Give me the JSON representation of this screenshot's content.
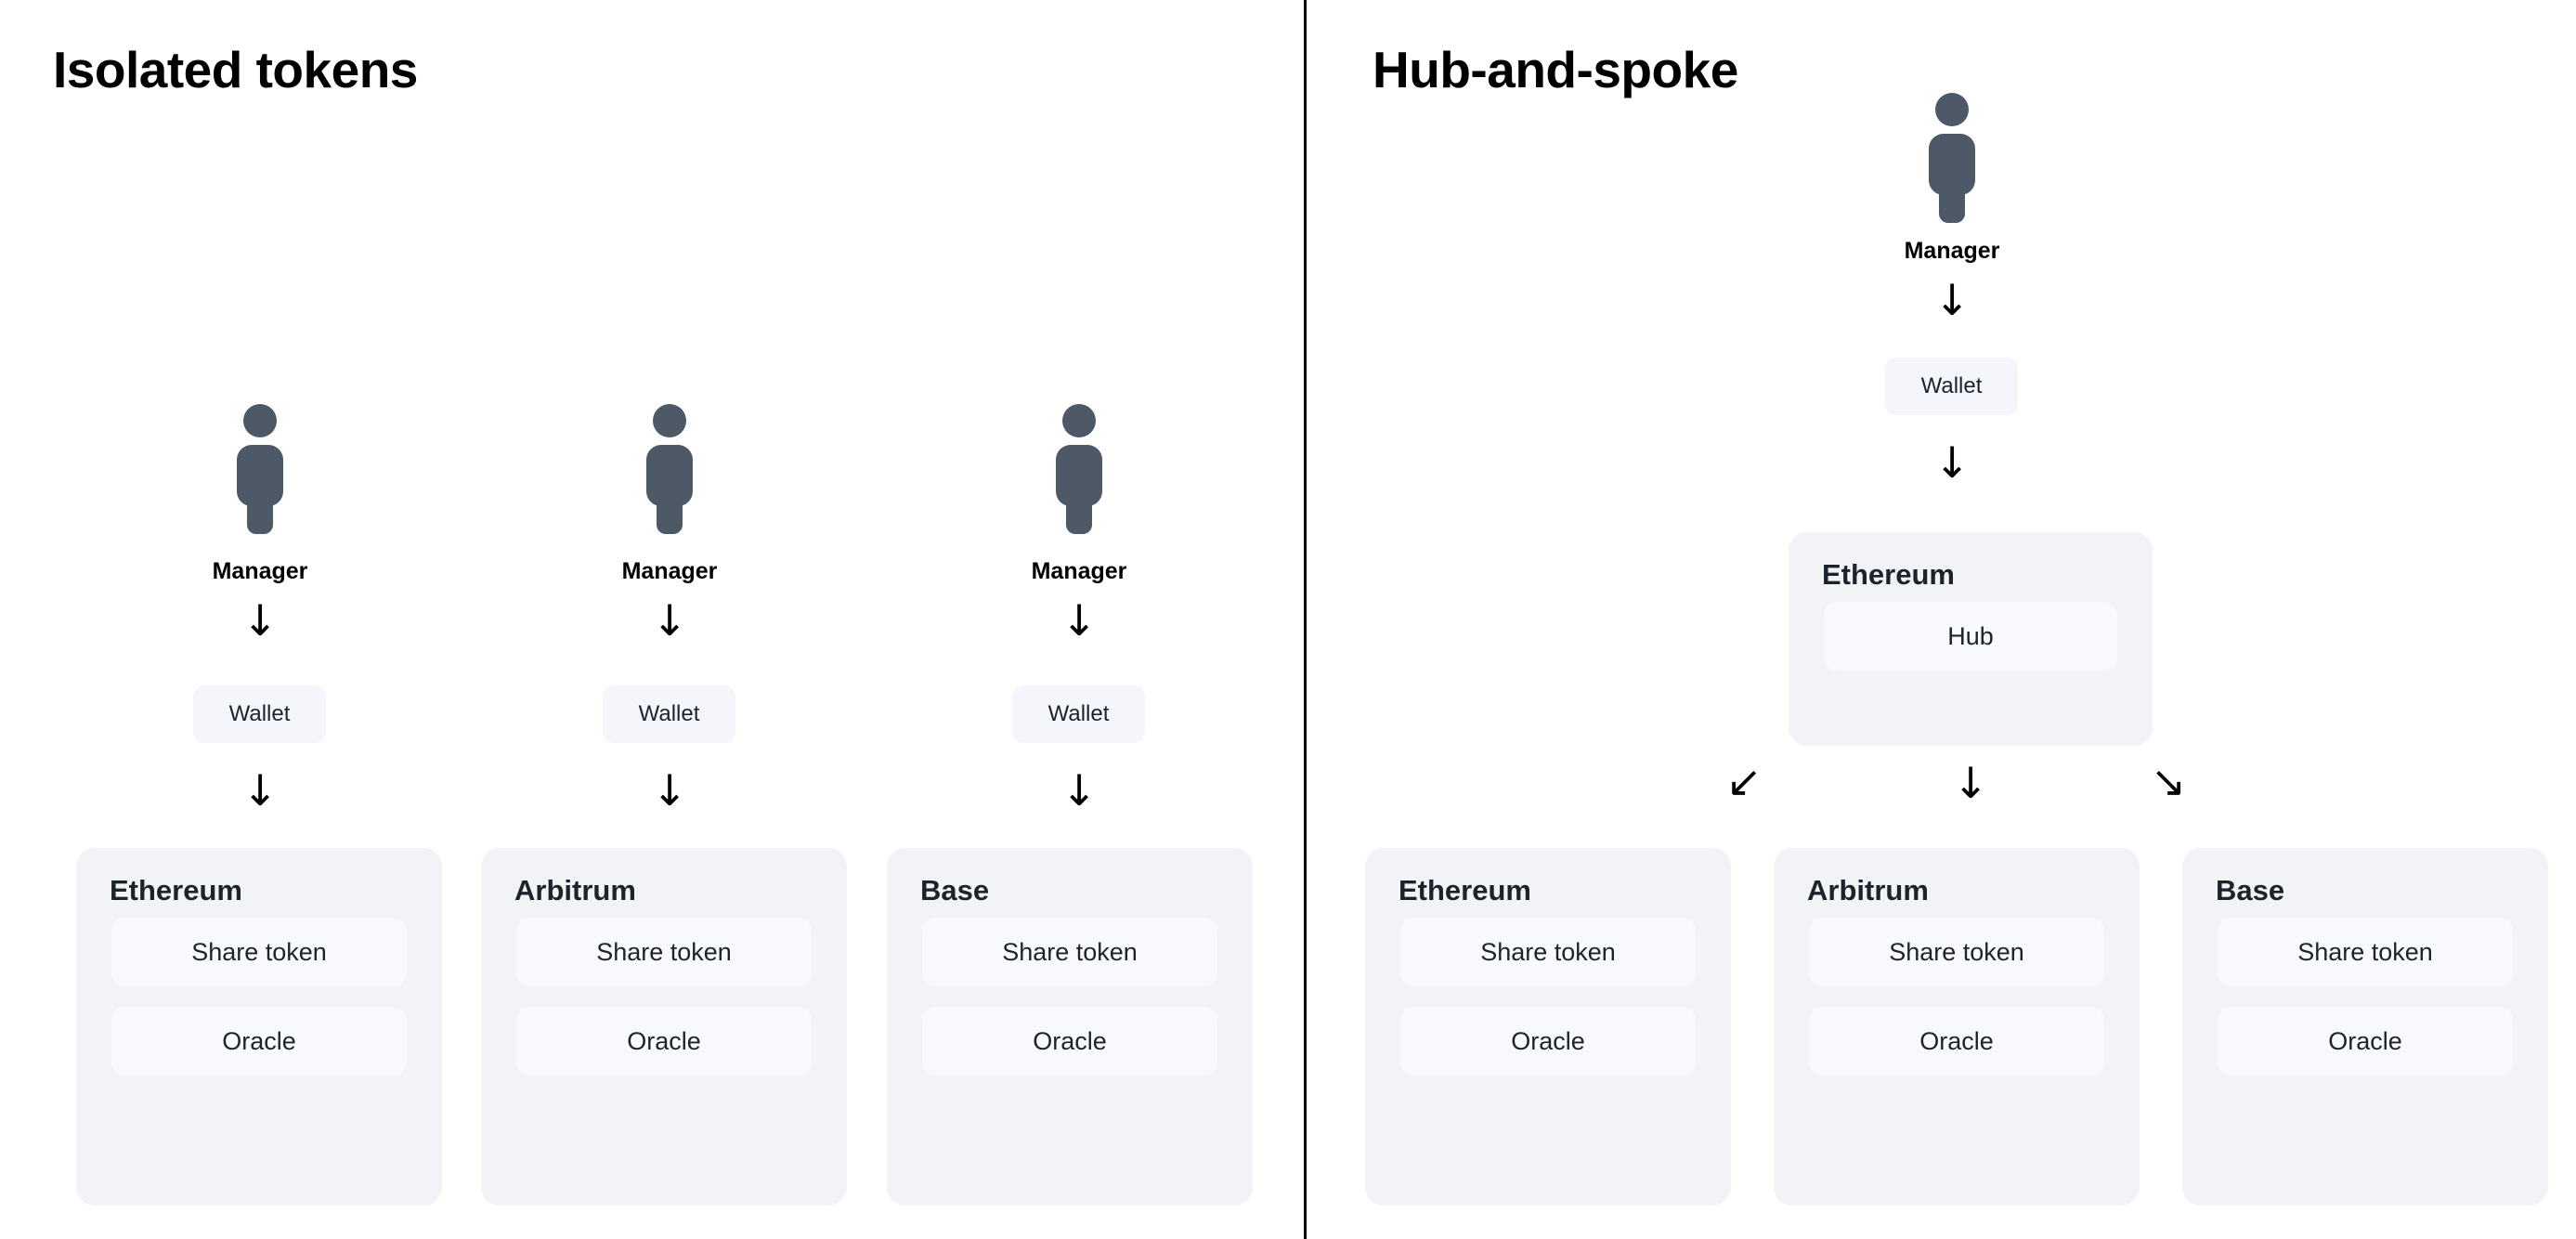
{
  "diagram": {
    "background_color": "#ffffff",
    "divider_color": "#000000",
    "icon_color": "#4d5967",
    "card_color": "#f1f3f6",
    "slot_color": "#f8f9fc",
    "wallet_color": "#f4f6fb",
    "text_color": "#1d232c"
  },
  "left_panel": {
    "title": "Isolated tokens",
    "columns": [
      {
        "actor_label": "Manager",
        "actor_icon": "person-icon",
        "arrow_to_wallet": "↓",
        "wallet_label": "Wallet",
        "arrow_to_chain": "↓",
        "chain_name": "Ethereum",
        "slots": [
          "Share token",
          "Oracle"
        ]
      },
      {
        "actor_label": "Manager",
        "actor_icon": "person-icon",
        "arrow_to_wallet": "↓",
        "wallet_label": "Wallet",
        "arrow_to_chain": "↓",
        "chain_name": "Arbitrum",
        "slots": [
          "Share token",
          "Oracle"
        ]
      },
      {
        "actor_label": "Manager",
        "actor_icon": "person-icon",
        "arrow_to_wallet": "↓",
        "wallet_label": "Wallet",
        "arrow_to_chain": "↓",
        "chain_name": "Base",
        "slots": [
          "Share token",
          "Oracle"
        ]
      }
    ]
  },
  "right_panel": {
    "title": "Hub-and-spoke",
    "actor_label": "Manager",
    "actor_icon": "person-icon",
    "arrow_to_wallet": "↓",
    "wallet_label": "Wallet",
    "arrow_to_hub": "↓",
    "hub_card": {
      "chain_name": "Ethereum",
      "slots": [
        "Hub"
      ]
    },
    "fanout_arrows": [
      "↙",
      "↓",
      "↘"
    ],
    "spokes": [
      {
        "chain_name": "Ethereum",
        "slots": [
          "Share token",
          "Oracle"
        ]
      },
      {
        "chain_name": "Arbitrum",
        "slots": [
          "Share token",
          "Oracle"
        ]
      },
      {
        "chain_name": "Base",
        "slots": [
          "Share token",
          "Oracle"
        ]
      }
    ]
  }
}
